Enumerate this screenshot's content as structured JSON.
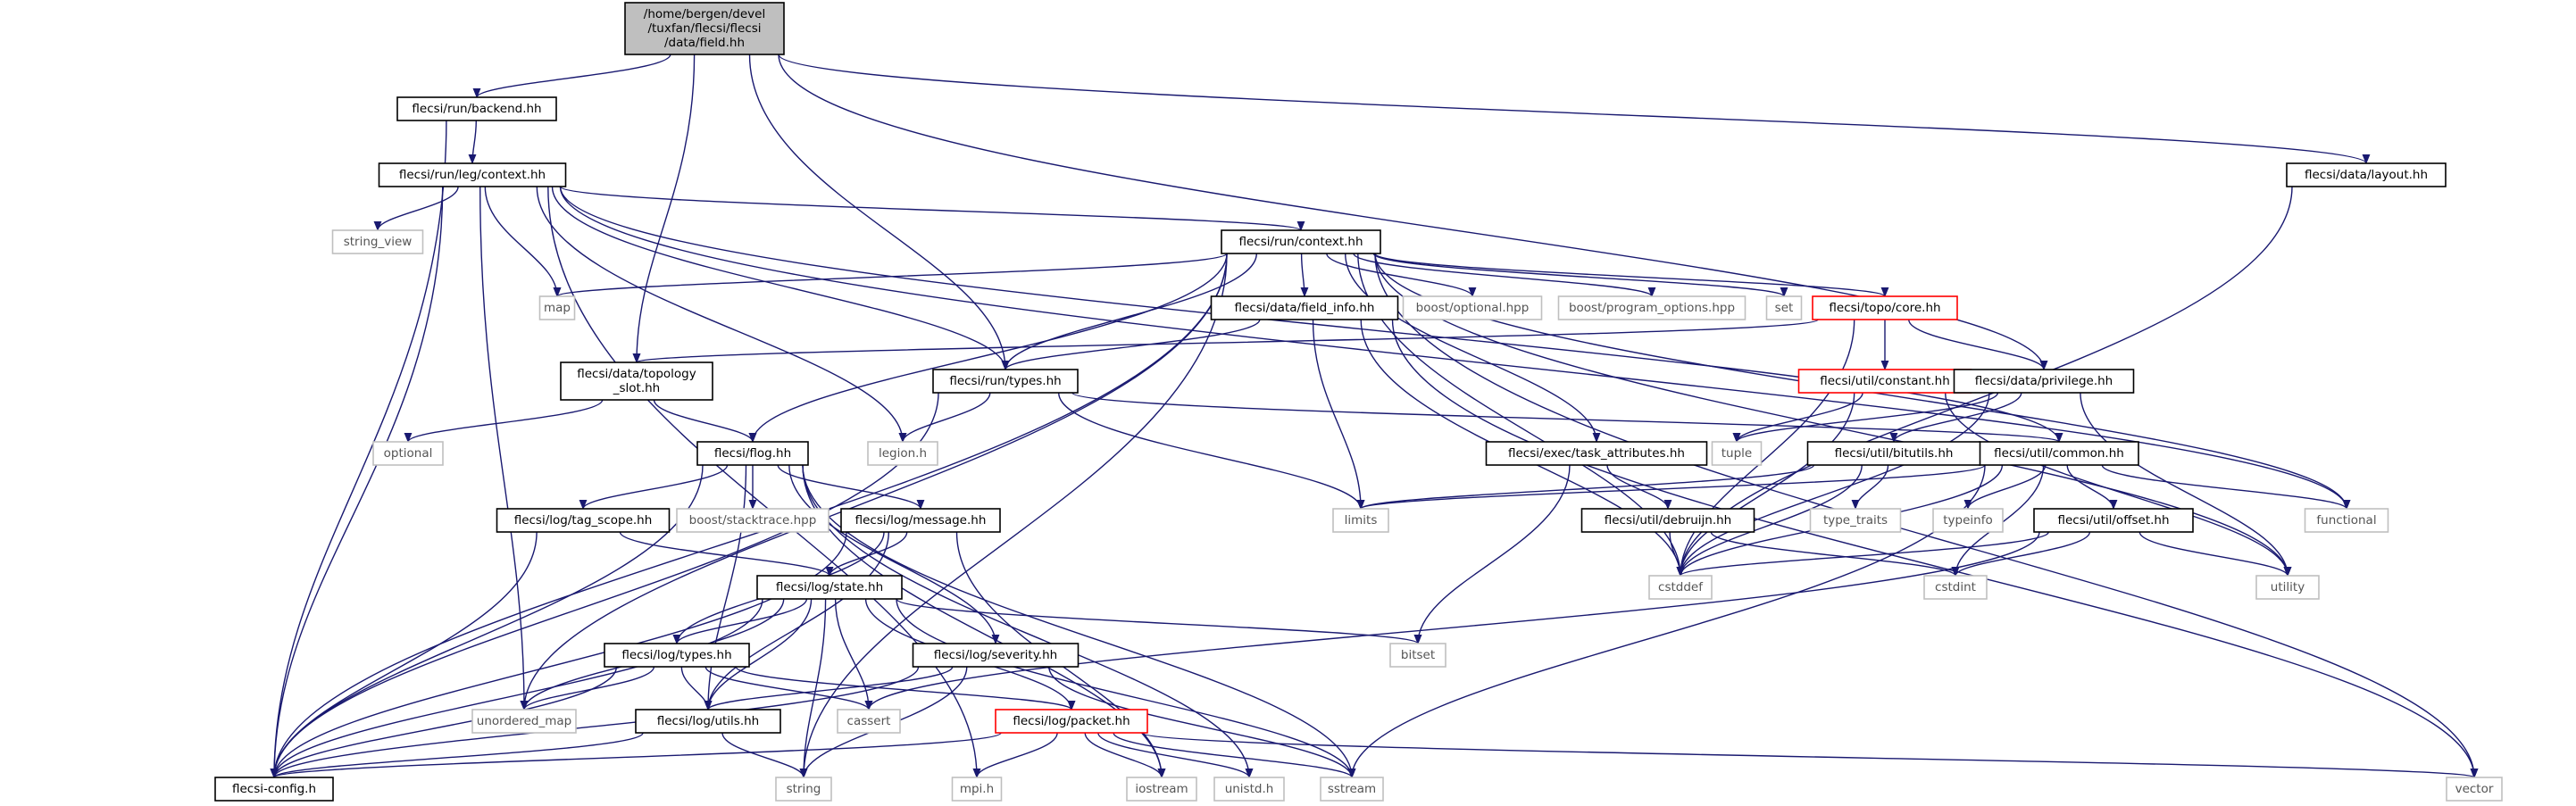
{
  "colors": {
    "edge": "#191970",
    "box_border_normal": "#000000",
    "box_border_truncated": "#ff0000",
    "box_border_external": "#bfbfbf",
    "box_fill_root": "#bfbfbf",
    "box_fill": "#ffffff",
    "text_normal": "#000000",
    "text_external": "#555555"
  },
  "nodes": [
    {
      "id": "root",
      "lines": [
        "/home/bergen/devel",
        "/tuxfan/flecsi/flecsi",
        "/data/field.hh"
      ],
      "kind": "root"
    },
    {
      "id": "backend",
      "lines": [
        "flecsi/run/backend.hh"
      ],
      "kind": "normal"
    },
    {
      "id": "layout",
      "lines": [
        "flecsi/data/layout.hh"
      ],
      "kind": "normal"
    },
    {
      "id": "legctx",
      "lines": [
        "flecsi/run/leg/context.hh"
      ],
      "kind": "normal"
    },
    {
      "id": "string_view",
      "lines": [
        "string_view"
      ],
      "kind": "external"
    },
    {
      "id": "runctx",
      "lines": [
        "flecsi/run/context.hh"
      ],
      "kind": "normal"
    },
    {
      "id": "map",
      "lines": [
        "map"
      ],
      "kind": "external"
    },
    {
      "id": "fieldinfo",
      "lines": [
        "flecsi/data/field_info.hh"
      ],
      "kind": "normal"
    },
    {
      "id": "boostopt",
      "lines": [
        "boost/optional.hpp"
      ],
      "kind": "external"
    },
    {
      "id": "boostpo",
      "lines": [
        "boost/program_options.hpp"
      ],
      "kind": "external"
    },
    {
      "id": "set",
      "lines": [
        "set"
      ],
      "kind": "external"
    },
    {
      "id": "topocore",
      "lines": [
        "flecsi/topo/core.hh"
      ],
      "kind": "truncated"
    },
    {
      "id": "toposlot",
      "lines": [
        "flecsi/data/topology",
        "_slot.hh"
      ],
      "kind": "normal"
    },
    {
      "id": "runtypes",
      "lines": [
        "flecsi/run/types.hh"
      ],
      "kind": "normal"
    },
    {
      "id": "constant",
      "lines": [
        "flecsi/util/constant.hh"
      ],
      "kind": "truncated"
    },
    {
      "id": "privilege",
      "lines": [
        "flecsi/data/privilege.hh"
      ],
      "kind": "normal"
    },
    {
      "id": "optional",
      "lines": [
        "optional"
      ],
      "kind": "external"
    },
    {
      "id": "legion",
      "lines": [
        "legion.h"
      ],
      "kind": "external"
    },
    {
      "id": "taskattr",
      "lines": [
        "flecsi/exec/task_attributes.hh"
      ],
      "kind": "normal"
    },
    {
      "id": "tuple",
      "lines": [
        "tuple"
      ],
      "kind": "external"
    },
    {
      "id": "common",
      "lines": [
        "flecsi/util/common.hh"
      ],
      "kind": "normal"
    },
    {
      "id": "flog",
      "lines": [
        "flecsi/flog.hh"
      ],
      "kind": "normal"
    },
    {
      "id": "bitutils",
      "lines": [
        "flecsi/util/bitutils.hh"
      ],
      "kind": "normal"
    },
    {
      "id": "tagscope",
      "lines": [
        "flecsi/log/tag_scope.hh"
      ],
      "kind": "normal"
    },
    {
      "id": "stacktrace",
      "lines": [
        "boost/stacktrace.hpp"
      ],
      "kind": "external"
    },
    {
      "id": "message",
      "lines": [
        "flecsi/log/message.hh"
      ],
      "kind": "normal"
    },
    {
      "id": "limits",
      "lines": [
        "limits"
      ],
      "kind": "external"
    },
    {
      "id": "debruijn",
      "lines": [
        "flecsi/util/debruijn.hh"
      ],
      "kind": "normal"
    },
    {
      "id": "type_traits",
      "lines": [
        "type_traits"
      ],
      "kind": "external"
    },
    {
      "id": "typeinfo",
      "lines": [
        "typeinfo"
      ],
      "kind": "external"
    },
    {
      "id": "offset",
      "lines": [
        "flecsi/util/offset.hh"
      ],
      "kind": "normal"
    },
    {
      "id": "functional",
      "lines": [
        "functional"
      ],
      "kind": "external"
    },
    {
      "id": "state",
      "lines": [
        "flecsi/log/state.hh"
      ],
      "kind": "normal"
    },
    {
      "id": "cstddef",
      "lines": [
        "cstddef"
      ],
      "kind": "external"
    },
    {
      "id": "cstdint",
      "lines": [
        "cstdint"
      ],
      "kind": "external"
    },
    {
      "id": "utility",
      "lines": [
        "utility"
      ],
      "kind": "external"
    },
    {
      "id": "logtypes",
      "lines": [
        "flecsi/log/types.hh"
      ],
      "kind": "normal"
    },
    {
      "id": "severity",
      "lines": [
        "flecsi/log/severity.hh"
      ],
      "kind": "normal"
    },
    {
      "id": "bitset",
      "lines": [
        "bitset"
      ],
      "kind": "external"
    },
    {
      "id": "unordered_map",
      "lines": [
        "unordered_map"
      ],
      "kind": "external"
    },
    {
      "id": "utils",
      "lines": [
        "flecsi/log/utils.hh"
      ],
      "kind": "normal"
    },
    {
      "id": "cassert",
      "lines": [
        "cassert"
      ],
      "kind": "external"
    },
    {
      "id": "packet",
      "lines": [
        "flecsi/log/packet.hh"
      ],
      "kind": "truncated"
    },
    {
      "id": "config",
      "lines": [
        "flecsi-config.h"
      ],
      "kind": "normal"
    },
    {
      "id": "string",
      "lines": [
        "string"
      ],
      "kind": "external"
    },
    {
      "id": "mpi",
      "lines": [
        "mpi.h"
      ],
      "kind": "external"
    },
    {
      "id": "iostream",
      "lines": [
        "iostream"
      ],
      "kind": "external"
    },
    {
      "id": "unistd",
      "lines": [
        "unistd.h"
      ],
      "kind": "external"
    },
    {
      "id": "sstream",
      "lines": [
        "sstream"
      ],
      "kind": "external"
    },
    {
      "id": "vector",
      "lines": [
        "vector"
      ],
      "kind": "external"
    }
  ],
  "edges": [
    [
      "root",
      "backend"
    ],
    [
      "root",
      "layout"
    ],
    [
      "root",
      "toposlot"
    ],
    [
      "root",
      "runtypes"
    ],
    [
      "root",
      "privilege"
    ],
    [
      "backend",
      "legctx"
    ],
    [
      "backend",
      "config"
    ],
    [
      "layout",
      "cstddef"
    ],
    [
      "legctx",
      "string_view"
    ],
    [
      "legctx",
      "runctx"
    ],
    [
      "legctx",
      "map"
    ],
    [
      "legctx",
      "config"
    ],
    [
      "legctx",
      "runtypes"
    ],
    [
      "legctx",
      "legion"
    ],
    [
      "legctx",
      "unordered_map"
    ],
    [
      "legctx",
      "functional"
    ],
    [
      "legctx",
      "mpi"
    ],
    [
      "legctx",
      "common"
    ],
    [
      "runctx",
      "map"
    ],
    [
      "runctx",
      "fieldinfo"
    ],
    [
      "runctx",
      "boostopt"
    ],
    [
      "runctx",
      "boostpo"
    ],
    [
      "runctx",
      "set"
    ],
    [
      "runctx",
      "topocore"
    ],
    [
      "runctx",
      "runtypes"
    ],
    [
      "runctx",
      "flog"
    ],
    [
      "runctx",
      "config"
    ],
    [
      "runctx",
      "taskattr"
    ],
    [
      "runctx",
      "cstddef"
    ],
    [
      "runctx",
      "string"
    ],
    [
      "runctx",
      "vector"
    ],
    [
      "runctx",
      "utility"
    ],
    [
      "runctx",
      "functional"
    ],
    [
      "runctx",
      "unordered_map"
    ],
    [
      "fieldinfo",
      "runtypes"
    ],
    [
      "fieldinfo",
      "limits"
    ],
    [
      "fieldinfo",
      "cstddef"
    ],
    [
      "fieldinfo",
      "vector"
    ],
    [
      "topocore",
      "toposlot"
    ],
    [
      "topocore",
      "constant"
    ],
    [
      "topocore",
      "privilege"
    ],
    [
      "topocore",
      "cstddef"
    ],
    [
      "toposlot",
      "optional"
    ],
    [
      "toposlot",
      "flog"
    ],
    [
      "runtypes",
      "legion"
    ],
    [
      "runtypes",
      "config"
    ],
    [
      "runtypes",
      "common"
    ],
    [
      "runtypes",
      "limits"
    ],
    [
      "constant",
      "tuple"
    ],
    [
      "constant",
      "utility"
    ],
    [
      "constant",
      "cstddef"
    ],
    [
      "privilege",
      "bitutils"
    ],
    [
      "privilege",
      "tuple"
    ],
    [
      "privilege",
      "utility"
    ],
    [
      "privilege",
      "cstddef"
    ],
    [
      "taskattr",
      "debruijn"
    ],
    [
      "taskattr",
      "bitset"
    ],
    [
      "common",
      "typeinfo"
    ],
    [
      "common",
      "offset"
    ],
    [
      "common",
      "functional"
    ],
    [
      "common",
      "cstddef"
    ],
    [
      "common",
      "cstdint"
    ],
    [
      "common",
      "limits"
    ],
    [
      "common",
      "sstream"
    ],
    [
      "bitutils",
      "type_traits"
    ],
    [
      "bitutils",
      "cstddef"
    ],
    [
      "bitutils",
      "limits"
    ],
    [
      "debruijn",
      "cstddef"
    ],
    [
      "debruijn",
      "cstdint"
    ],
    [
      "offset",
      "cstddef"
    ],
    [
      "offset",
      "cstdint"
    ],
    [
      "offset",
      "utility"
    ],
    [
      "offset",
      "cassert"
    ],
    [
      "flog",
      "tagscope"
    ],
    [
      "flog",
      "stacktrace"
    ],
    [
      "flog",
      "message"
    ],
    [
      "flog",
      "severity"
    ],
    [
      "flog",
      "config"
    ],
    [
      "flog",
      "utils"
    ],
    [
      "flog",
      "iostream"
    ],
    [
      "flog",
      "unistd"
    ],
    [
      "flog",
      "sstream"
    ],
    [
      "tagscope",
      "state"
    ],
    [
      "tagscope",
      "config"
    ],
    [
      "message",
      "state"
    ],
    [
      "message",
      "logtypes"
    ],
    [
      "message",
      "utils"
    ],
    [
      "message",
      "iostream"
    ],
    [
      "message",
      "config"
    ],
    [
      "state",
      "logtypes"
    ],
    [
      "state",
      "utils"
    ],
    [
      "state",
      "bitset"
    ],
    [
      "state",
      "cassert"
    ],
    [
      "state",
      "packet"
    ],
    [
      "state",
      "unordered_map"
    ],
    [
      "state",
      "config"
    ],
    [
      "state",
      "string"
    ],
    [
      "state",
      "sstream"
    ],
    [
      "logtypes",
      "utils"
    ],
    [
      "logtypes",
      "packet"
    ],
    [
      "logtypes",
      "cassert"
    ],
    [
      "logtypes",
      "unordered_map"
    ],
    [
      "logtypes",
      "config"
    ],
    [
      "severity",
      "utils"
    ],
    [
      "severity",
      "sstream"
    ],
    [
      "severity",
      "config"
    ],
    [
      "severity",
      "string"
    ],
    [
      "utils",
      "config"
    ],
    [
      "utils",
      "string"
    ],
    [
      "packet",
      "config"
    ],
    [
      "packet",
      "mpi"
    ],
    [
      "packet",
      "iostream"
    ],
    [
      "packet",
      "unistd"
    ],
    [
      "packet",
      "sstream"
    ],
    [
      "packet",
      "vector"
    ]
  ]
}
